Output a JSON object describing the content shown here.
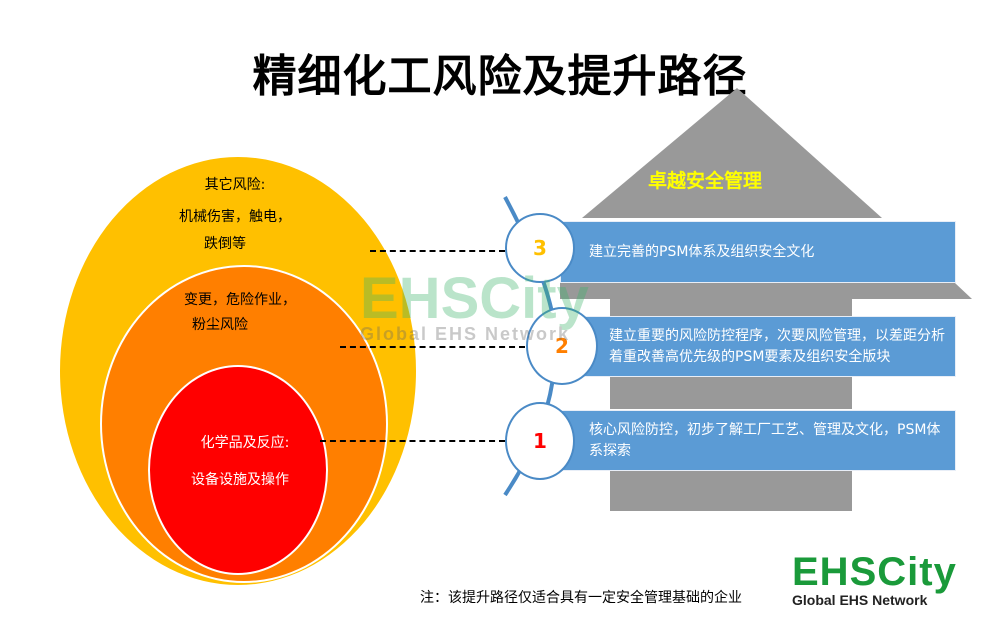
{
  "title": "精细化工风险及提升路径",
  "risk_levels": [
    {
      "label": "其它风险:",
      "lines": [
        "机械伤害，触电，",
        "跌倒等"
      ],
      "color": "#FFC000"
    },
    {
      "label": "变更，危险作业，",
      "lines": [
        "粉尘风险"
      ],
      "color": "#FF7F00"
    },
    {
      "label": "化学品及反应:",
      "lines": [
        "设备设施及操作"
      ],
      "color": "#FF0000"
    }
  ],
  "house": {
    "roof_label": "卓越安全管理",
    "steps": [
      {
        "number": "3",
        "text": "建立完善的PSM体系及组织安全文化",
        "number_color": "#FFC000"
      },
      {
        "number": "2",
        "text": "建立重要的风险防控程序，次要风险管理，以差距分析着重改善高优先级的PSM要素及组织安全版块",
        "number_color": "#FF7F00"
      },
      {
        "number": "1",
        "text": "核心风险防控，初步了解工厂工艺、管理及文化，PSM体系探索",
        "number_color": "#FF0000"
      }
    ]
  },
  "note": "注：该提升路径仅适合具有一定安全管理基础的企业",
  "watermark": {
    "brand": "EHSCity",
    "tagline": "Global EHS Network"
  },
  "logo": {
    "brand": "EHSCity",
    "tagline": "Global EHS Network"
  }
}
